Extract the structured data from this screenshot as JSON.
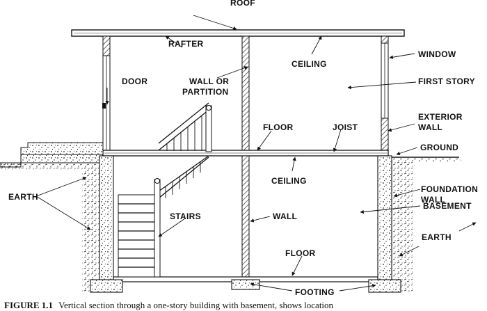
{
  "labels": {
    "roof": "ROOF",
    "rafter": "RAFTER",
    "ceiling_upper": "CEILING",
    "window": "WINDOW",
    "door": "DOOR",
    "wall_or_partition_1": "WALL OR",
    "wall_or_partition_2": "PARTITION",
    "first_story": "FIRST STORY",
    "floor_upper": "FLOOR",
    "joist": "JOIST",
    "exterior_wall_1": "EXTERIOR",
    "exterior_wall_2": "WALL",
    "ground": "GROUND",
    "ceiling_lower": "CEILING",
    "foundation_wall_1": "FOUNDATION",
    "foundation_wall_2": "WALL",
    "earth_left": "EARTH",
    "wall": "WALL",
    "basement": "BASEMENT",
    "stairs": "STAIRS",
    "floor_lower": "FLOOR",
    "earth_right": "EARTH",
    "footing": "FOOTING"
  },
  "caption": {
    "figure_label": "FIGURE 1.1",
    "text": "Vertical section through a one-story building with basement, shows location"
  },
  "colors": {
    "ink": "#111111",
    "paper": "#ffffff",
    "hatch": "#222222"
  }
}
